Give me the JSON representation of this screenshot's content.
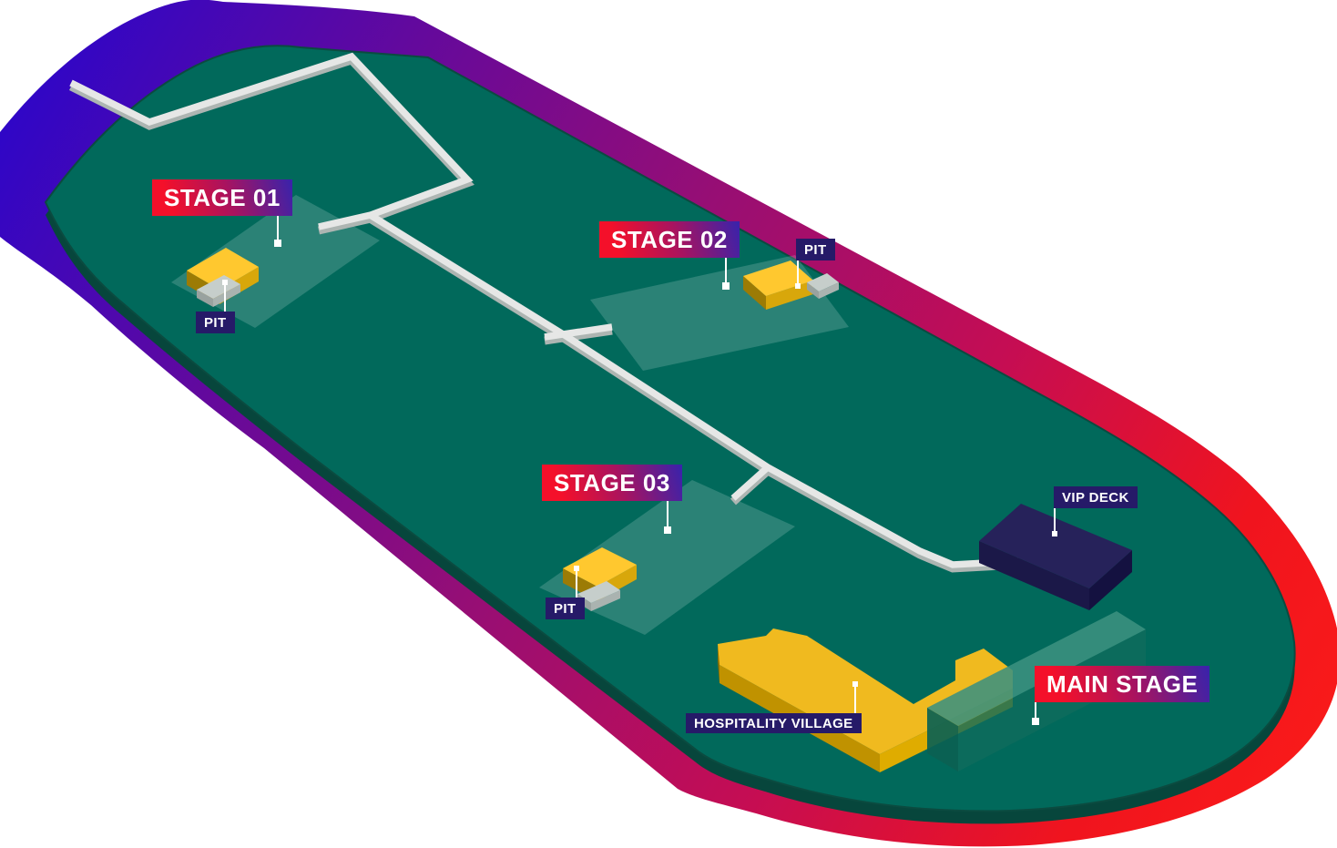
{
  "map": {
    "stages": {
      "stage01": {
        "label": "STAGE 01",
        "pit_label": "PIT"
      },
      "stage02": {
        "label": "STAGE 02",
        "pit_label": "PIT"
      },
      "stage03": {
        "label": "STAGE 03",
        "pit_label": "PIT"
      },
      "main_stage": {
        "label": "MAIN STAGE"
      }
    },
    "areas": {
      "vip_deck": {
        "label": "VIP DECK"
      },
      "hospitality_village": {
        "label": "HOSPITALITY VILLAGE"
      }
    },
    "colors": {
      "field_green": "#01695B",
      "field_rim": "#07463C",
      "ring_gradient": [
        "#2F06C7",
        "#64099C",
        "#970E74",
        "#C50D53",
        "#F0141E",
        "#F91A1A"
      ],
      "stage_area_overlay": "rgba(255,255,255,0.17)",
      "stage_yellow_top": "#FFC82F",
      "hospitality_yellow": "#F0BA1F",
      "label_navy": "#261A68",
      "label_gradient": [
        "#F4102A",
        "#A9135F",
        "#3823AC"
      ],
      "fence_white": "#E6E7E6",
      "vip_deck_navy": "#26225A"
    }
  }
}
